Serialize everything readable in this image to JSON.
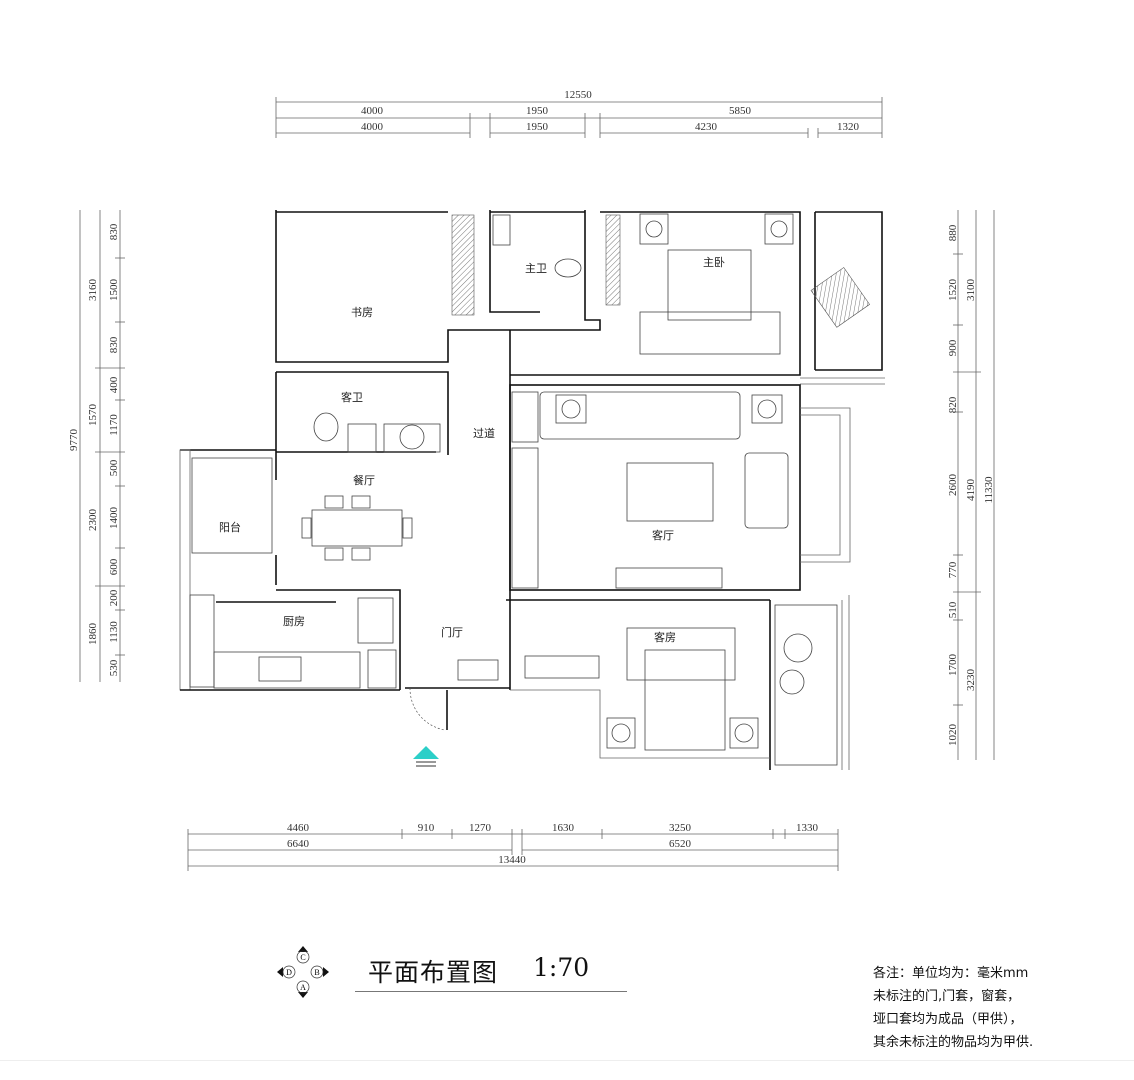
{
  "title": "平面布置图",
  "scale": "1:70",
  "compass": {
    "top": "C",
    "right": "B",
    "bottom": "A",
    "left": "D"
  },
  "notes": [
    "各注：单位均为：毫米mm",
    "未标注的门,门套，窗套，",
    "垭口套均为成品（甲供），",
    "其余未标注的物品均为甲供."
  ],
  "rooms": {
    "study": "书房",
    "master_bath": "主卫",
    "master_bedroom": "主卧",
    "guest_bath": "客卫",
    "corridor": "过道",
    "living_room": "客厅",
    "dining_room": "餐厅",
    "balcony": "阳台",
    "kitchen": "厨房",
    "foyer": "门厅",
    "guest_room": "客房"
  },
  "dimensions": {
    "top": {
      "total": "12550",
      "row2": [
        "4000",
        "1950",
        "5850"
      ],
      "row3": [
        "4000",
        "1950",
        "4230",
        "1320"
      ]
    },
    "left": {
      "total": "9770",
      "middle": [
        "3160",
        "1570",
        "2300",
        "1860"
      ],
      "inner": [
        "830",
        "1500",
        "830",
        "400",
        "1170",
        "500",
        "1400",
        "600",
        "200",
        "1130",
        "530"
      ]
    },
    "right": {
      "total": "11330",
      "middle": [
        "3100",
        "4190",
        "3230"
      ],
      "inner": [
        "880",
        "1520",
        "900",
        "820",
        "2600",
        "770",
        "510",
        "1700",
        "1020"
      ]
    },
    "bottom": {
      "row1": [
        "4460",
        "910",
        "1270",
        "1630",
        "3250",
        "1330"
      ],
      "row2": [
        "6640",
        "6520"
      ],
      "total": "13440"
    }
  },
  "colors": {
    "entrance_arrow": "#2ccfc8"
  }
}
